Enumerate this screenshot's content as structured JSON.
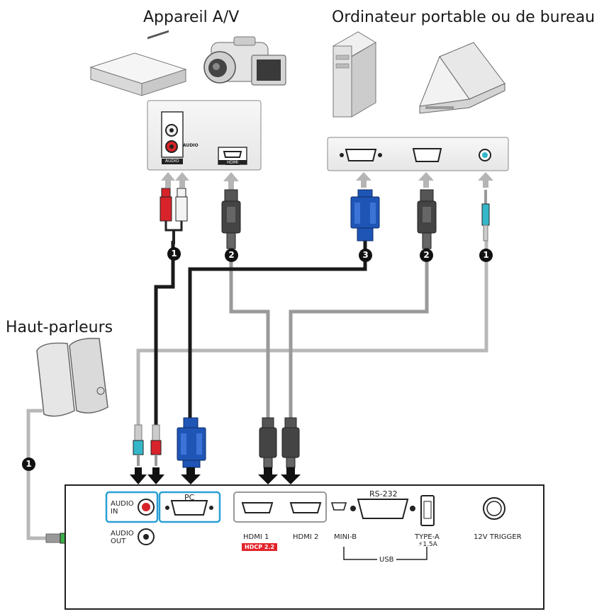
{
  "headings": {
    "av_device": "Appareil A/V",
    "computer": "Ordinateur portable ou de bureau",
    "speakers": "Haut-parleurs"
  },
  "device_panels": {
    "av_audio_label": "AUDIO",
    "av_audio_tag": "AUDIO",
    "av_hdmi_tag": "HDMI"
  },
  "cable_numbers": [
    "1",
    "2",
    "3",
    "2",
    "1",
    "1"
  ],
  "projector_panel": {
    "audio_in": "AUDIO\nIN",
    "audio_out": "AUDIO\nOUT",
    "pc": "PC",
    "rs232": "RS-232",
    "hdmi1": "HDMI 1",
    "hdcp": "HDCP 2.2",
    "hdmi2": "HDMI 2",
    "mini_b": "MINI-B",
    "type_a": "TYPE-A",
    "type_a_power": "⚡1.5A",
    "usb": "USB",
    "trigger": "12V TRIGGER"
  },
  "colors": {
    "accent_blue": "#2a9fd6",
    "vga_blue": "#1f55b5",
    "audio_red": "#d8232a",
    "audio_green": "#3db24a",
    "audio_cyan": "#34b8c9",
    "panel_gray": "#f2f2f2",
    "cable_gray": "#999999"
  }
}
